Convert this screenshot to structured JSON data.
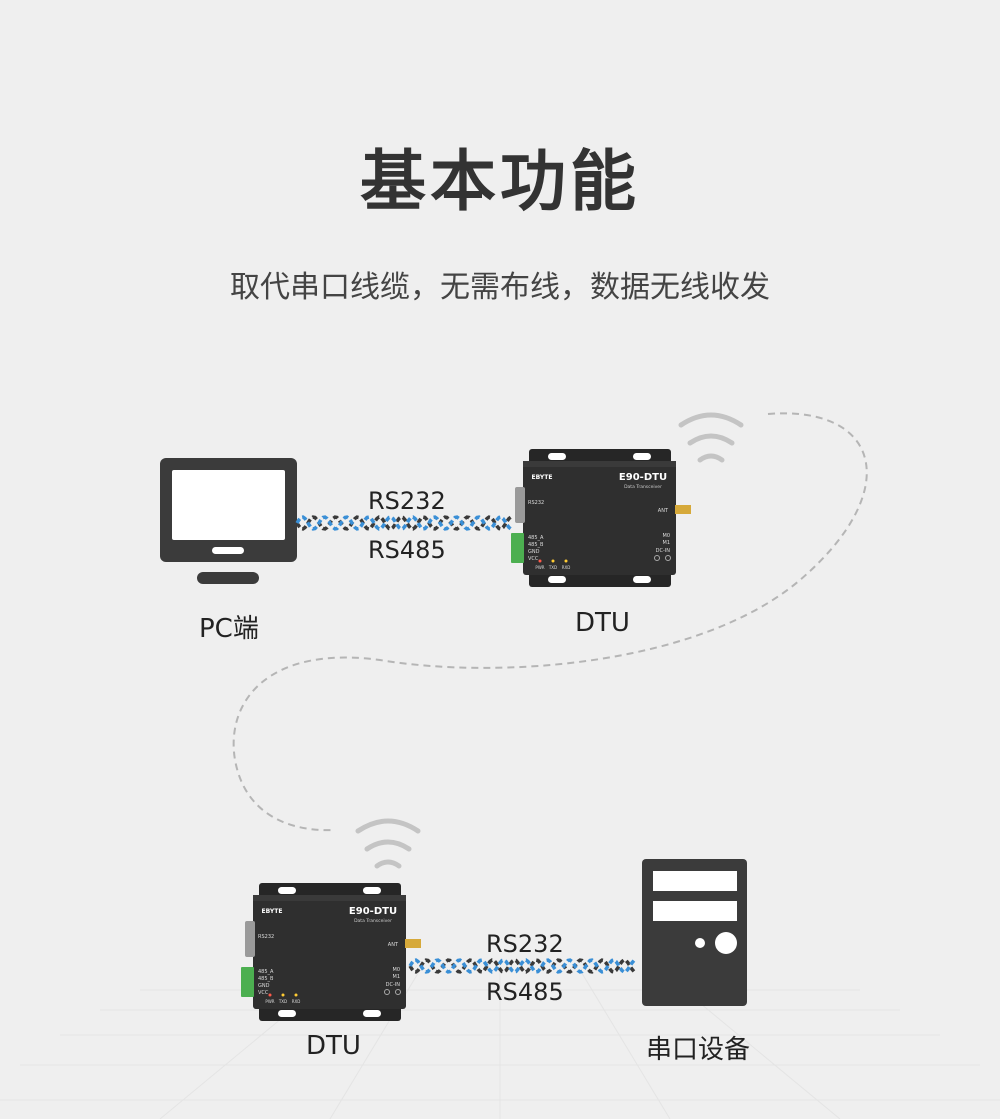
{
  "header": {
    "title": "基本功能",
    "subtitle": "取代串口线缆，无需布线，数据无线收发"
  },
  "nodes": {
    "pc_label": "PC端",
    "dtu_top_label": "DTU",
    "dtu_bottom_label": "DTU",
    "serial_label": "串口设备"
  },
  "links": {
    "top": {
      "line1": "RS232",
      "line2": "RS485"
    },
    "bottom": {
      "line1": "RS232",
      "line2": "RS485"
    }
  },
  "device": {
    "brand": "EBYTE",
    "model": "E90-DTU",
    "model_sub": "Data Transceiver",
    "port_rs232": "RS232",
    "ant": "ANT",
    "terminal": [
      "485_A",
      "485_B",
      "GND",
      "VCC"
    ],
    "leds": [
      "PWR",
      "TXD",
      "RXD"
    ],
    "m0": "M0",
    "m1": "M1",
    "dcin": "DC-IN"
  },
  "colors": {
    "background": "#efefef",
    "device_body": "#2f2f2f",
    "cable_blue": "#3a8fd6",
    "cable_dark": "#3a3a3a",
    "terminal_green": "#4caf50",
    "antenna_gold": "#d6a93a",
    "dashed_path": "#b5b5b5"
  }
}
